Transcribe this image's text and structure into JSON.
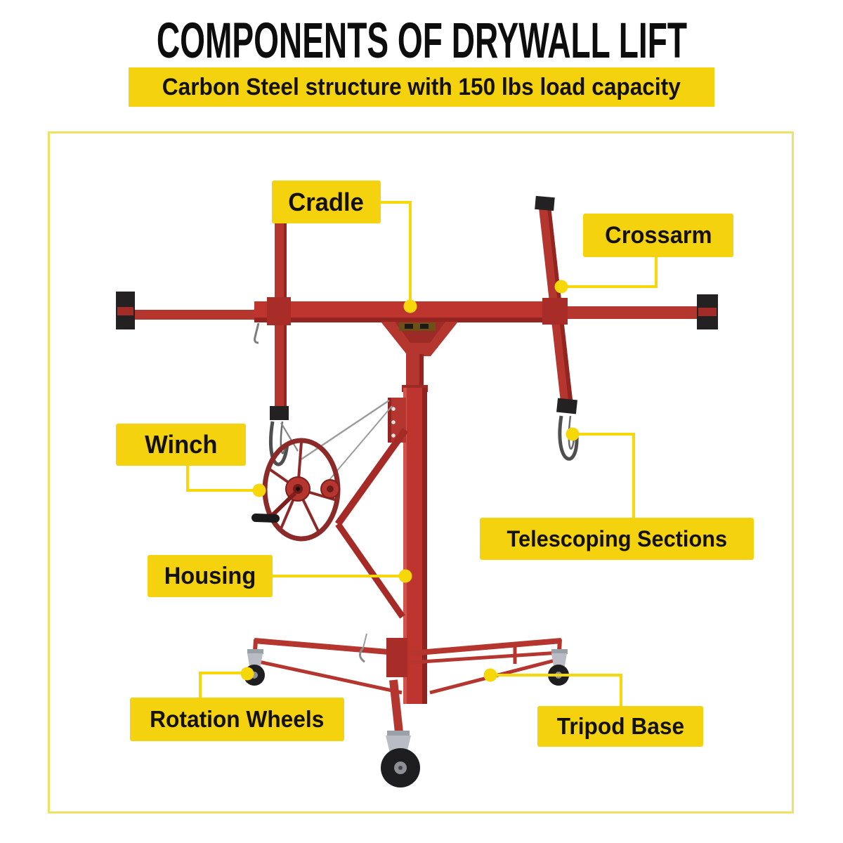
{
  "title": "COMPONENTS OF DRYWALL LIFT",
  "subtitle": "Carbon Steel structure with 150 lbs load capacity",
  "labels": {
    "cradle": "Cradle",
    "crossarm": "Crossarm",
    "winch": "Winch",
    "telescoping_sections": "Telescoping Sections",
    "housing": "Housing",
    "rotation_wheels": "Rotation Wheels",
    "tripod_base": "Tripod Base"
  },
  "colors": {
    "label_background": "#F4D20D",
    "leader_line": "#F6D80A",
    "point_marker": "#F6D80A",
    "frame_border": "#EFE066",
    "machine_red": "#BE3530",
    "machine_dark_red": "#93241F",
    "end_cap_black": "#242122",
    "caster_grey": "#B9BCC4",
    "title_color": "#0D0D0D",
    "background": "#FFFFFF"
  }
}
